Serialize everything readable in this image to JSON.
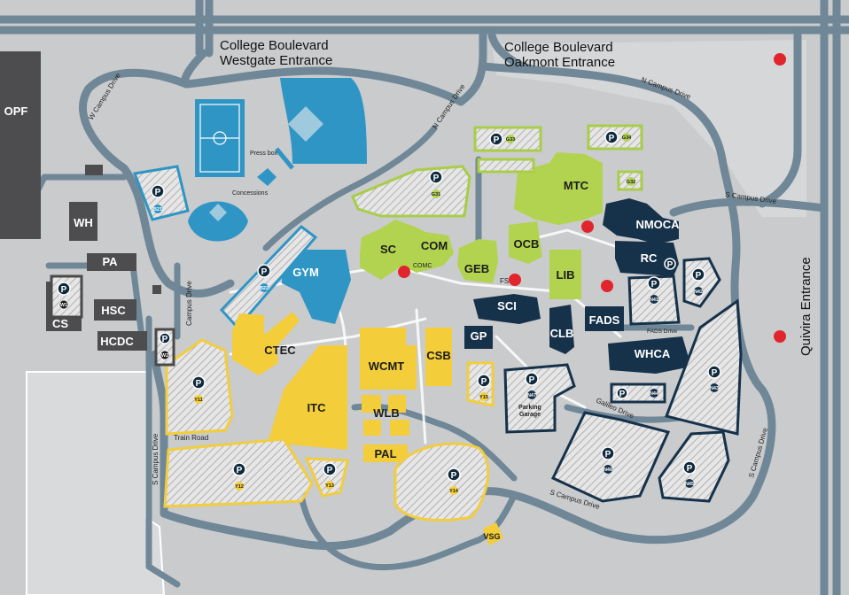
{
  "entrances": {
    "westgate_line1": "College Boulevard",
    "westgate_line2": "Westgate Entrance",
    "oakmont_line1": "College Boulevard",
    "oakmont_line2": "Oakmont Entrance",
    "quivira": "Quivira Entrance"
  },
  "roads": {
    "w_campus": "W Campus Drive",
    "n_campus_left": "N Campus Drive",
    "n_campus_right": "N Campus Drive",
    "s_campus_right_top": "S Campus Drive",
    "s_campus_right": "S Campus Drive",
    "s_campus_left": "S Campus Drive",
    "s_campus_bottom": "S Campus Drive",
    "campus_drive": "Campus Drive",
    "train_road": "Train Road",
    "galileo": "Galileo Drive",
    "fads_drive": "FADS Drive"
  },
  "small_labels": {
    "press_box": "Press box",
    "concessions": "Concessions",
    "comc": "COMC",
    "fs": "FS",
    "parking_garage_1": "Parking",
    "parking_garage_2": "Garage"
  },
  "parking_letter": "P",
  "buildings": {
    "opf": "OPF",
    "wh": "WH",
    "pa": "PA",
    "hsc": "HSC",
    "cs": "CS",
    "hcdc": "HCDC",
    "gym": "GYM",
    "ctec": "CTEC",
    "itc": "ITC",
    "wcmt": "WCMT",
    "csb": "CSB",
    "wlb": "WLB",
    "pal": "PAL",
    "vsg": "VSG",
    "sc": "SC",
    "com": "COM",
    "geb": "GEB",
    "ocb": "OCB",
    "mtc": "MTC",
    "lib": "LIB",
    "nmoca": "NMOCA",
    "rc": "RC",
    "sci": "SCI",
    "gp": "GP",
    "clb": "CLB",
    "fads": "FADS",
    "whca": "WHCA"
  },
  "parking": {
    "b21": "B21",
    "b22": "B22",
    "g31": "G31",
    "g32": "G32",
    "g33": "G33",
    "g34": "G34",
    "y11": "Y11",
    "y12": "Y12",
    "y13": "Y13",
    "y14": "Y14",
    "y15": "Y15",
    "w1": "W1",
    "w2": "W2",
    "n41": "N41",
    "n42": "N42",
    "n43": "N43",
    "n44": "N44",
    "n45": "N45",
    "n46": "N46",
    "n47": "N47"
  },
  "colors": {
    "background": "#c9cbcd",
    "road": "#6f8796",
    "yellow_zone": "#f3cd3a",
    "green_zone": "#b2d34f",
    "navy_zone": "#16324a",
    "blue_zone": "#2f95c4",
    "gray_zone": "#4d4d4f",
    "marker_red": "#e0262c"
  }
}
